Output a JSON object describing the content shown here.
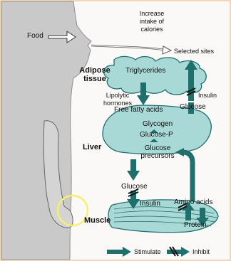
{
  "labels": {
    "food": "Food",
    "increase_intake": [
      "Increase",
      "intake of",
      "calories"
    ],
    "selected_sites": "Selected sites",
    "adipose_tissue": [
      "Adipose",
      "tissue"
    ],
    "triglycerides": "Triglycerides",
    "lipolytic_hormones": [
      "Lipolytic",
      "hormones"
    ],
    "insulin_top": "Insulin",
    "free_fatty_acids": "Free fatty acids",
    "glucose_right": "Glucose",
    "liver": "Liver",
    "glycogen": "Glycogen",
    "glucose_p": "Glucose-P",
    "glucose_precursors": [
      "Glucose",
      "precursors"
    ],
    "glucose_lower": "Glucose",
    "insulin_bottom": "Insulin",
    "amino_acids": "Amino acids",
    "muscle": "Muscle",
    "protein": "Protein",
    "legend_stimulate": "Stimulate",
    "legend_inhibit": "Inhibit"
  },
  "colors": {
    "arrow_teal": "#1f6f6d",
    "organ_fill": "#a9d9d6",
    "body_fill": "#c9c9c9",
    "background": "#fbf9f7",
    "border": "#f4d7b3",
    "highlight_circle": "#f6f06a"
  }
}
